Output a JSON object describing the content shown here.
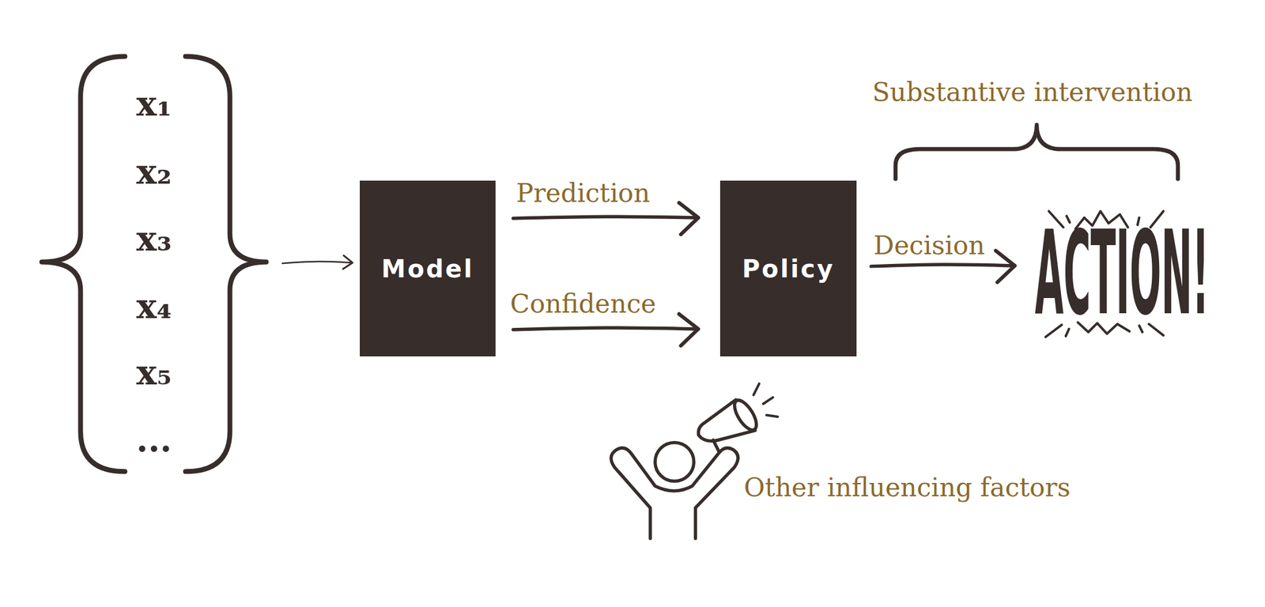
{
  "diagram": {
    "nodes": [
      {
        "text": [
          "x₁",
          "x₂",
          "x₃",
          "x₄",
          "x₅",
          "..."
        ]
      },
      {
        "text": [
          "Model"
        ]
      },
      {
        "text": [
          "Policy"
        ]
      },
      {
        "text": [
          "ACTION!"
        ]
      }
    ],
    "edges": [
      {
        "from": 0,
        "to": 1,
        "arrow": "to"
      },
      {
        "from": 1,
        "to": 2,
        "label": "Prediction",
        "arrow": "to"
      },
      {
        "from": 1,
        "to": 2,
        "label": "Confidence",
        "arrow": "to"
      },
      {
        "from": 2,
        "to": 3,
        "label": "Decision",
        "arrow": "to"
      }
    ],
    "labels": [
      "Substantive intervention",
      "Other influencing factors"
    ]
  }
}
